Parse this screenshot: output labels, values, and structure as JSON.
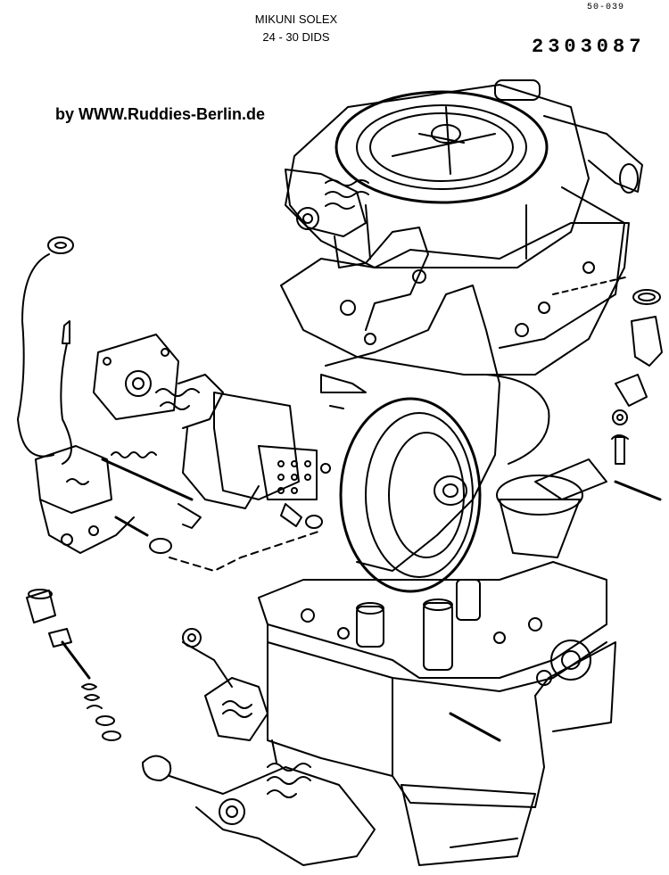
{
  "header": {
    "ref_code": "50-039",
    "title_line1": "MIKUNI SOLEX",
    "title_line2": "24 - 30 DIDS",
    "part_number": "2303087",
    "credit": "by WWW.Ruddies-Berlin.de"
  },
  "colors": {
    "ink": "#000000",
    "paper": "#ffffff"
  }
}
